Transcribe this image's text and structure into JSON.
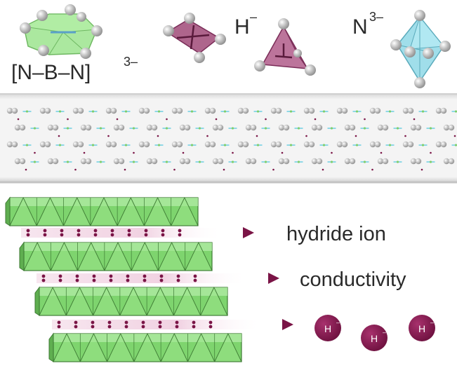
{
  "labels": {
    "nbn": "[N–B–N]",
    "nbn_charge": "3–",
    "hydride": "H",
    "hydride_charge": "–",
    "nitride": "N",
    "nitride_charge": "3–",
    "caption_line1": "hydride ion",
    "caption_line2": "conductivity",
    "ion_symbol": "H",
    "ion_charge": "–"
  },
  "colors": {
    "nbn_polyhedron": "#8fe07f",
    "hydride_polyhedron": "#a04a78",
    "nitride_polyhedron": "#8fd8e6",
    "atom": "#b9b9b9",
    "layer_green": "#7ed46e",
    "arrow": "#7a1446",
    "ion_ball": "#7a1446",
    "band": "#f1f1f1"
  },
  "icons": [
    "nbn-polyhedron-icon",
    "hydride-tetrahedron-icon",
    "nitride-octahedron-icon",
    "hydride-ion-icon"
  ]
}
